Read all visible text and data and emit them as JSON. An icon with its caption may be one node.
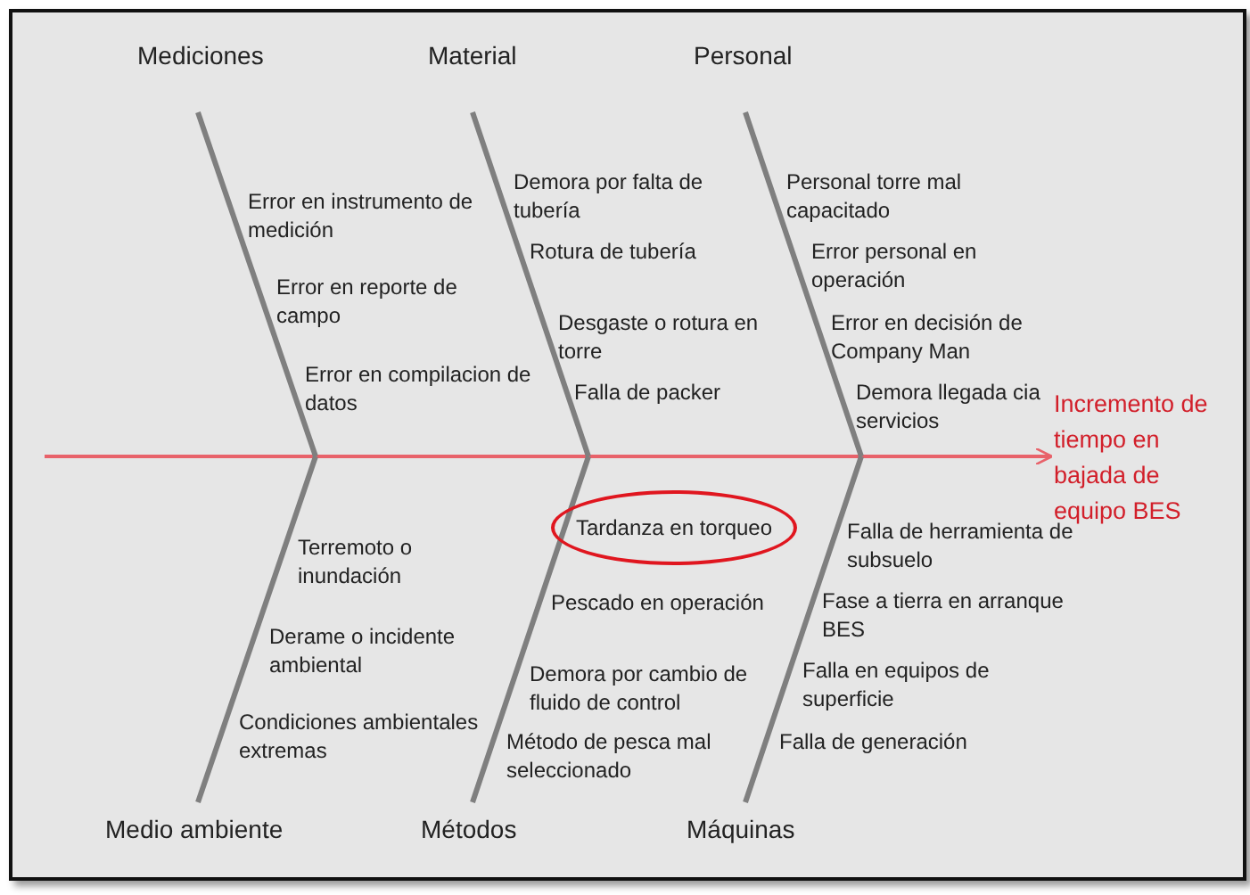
{
  "diagram": {
    "nodes": [
      {
        "text": [
          "Mediciones"
        ]
      },
      {
        "text": [
          "Material"
        ]
      },
      {
        "text": [
          "Personal"
        ]
      },
      {
        "text": [
          "Incremento de tiempo en bajada de equipo BES"
        ]
      },
      {
        "text": [
          "Tardanza en torqueo"
        ]
      },
      {
        "text": [
          "Medio ambiente"
        ]
      },
      {
        "text": [
          "Métodos"
        ]
      },
      {
        "text": [
          "Máquinas"
        ]
      }
    ],
    "edges": [
      {
        "from": null,
        "to": 3,
        "arrow": "to",
        "color": "#e8626a"
      },
      {
        "from": 0,
        "to": null,
        "arrow": "none"
      },
      {
        "from": 1,
        "to": null,
        "arrow": "none"
      },
      {
        "from": 2,
        "to": null,
        "arrow": "none"
      },
      {
        "from": 5,
        "to": null,
        "arrow": "none"
      },
      {
        "from": 6,
        "to": null,
        "arrow": "none"
      },
      {
        "from": 7,
        "to": null,
        "arrow": "none"
      }
    ],
    "labels": [
      "Error en instrumento de medición",
      "Error en reporte de campo",
      "Error en compilacion de datos",
      "Demora por falta de tubería",
      "Rotura de tubería",
      "Desgaste o rotura en torre",
      "Falla de packer",
      "Personal torre mal capacitado",
      "Error personal en operación",
      "Error en decisión de Company Man",
      "Demora llegada cia servicios",
      "Terremoto o inundación",
      "Derame o incidente ambiental",
      "Condiciones ambientales extremas",
      "Pescado en operación",
      "Demora por cambio de fluido de control",
      "Método de pesca mal seleccionado",
      "Falla de herramienta de subsuelo",
      "Fase a tierra en arranque BES",
      "Falla en equipos de superficie",
      "Falla de generación"
    ]
  }
}
